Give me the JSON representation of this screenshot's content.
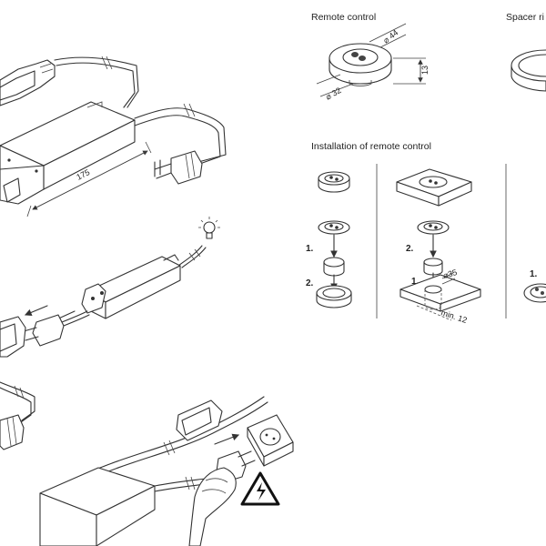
{
  "sections": {
    "remote_control": "Remote control",
    "spacer_ring": "Spacer ri",
    "installation": "Installation of remote control"
  },
  "dimensions": {
    "psu_length": "175",
    "remote_top_dia": "⌀ 44",
    "remote_height": "13",
    "remote_base_dia": "⌀ 32",
    "hole_dia": "⌀35",
    "min_depth": "min. 12"
  },
  "steps": {
    "col1_step1": "1.",
    "col1_step2": "2.",
    "col2_step2": "2.",
    "col2_step1": "1.",
    "col3_step1": "1."
  }
}
